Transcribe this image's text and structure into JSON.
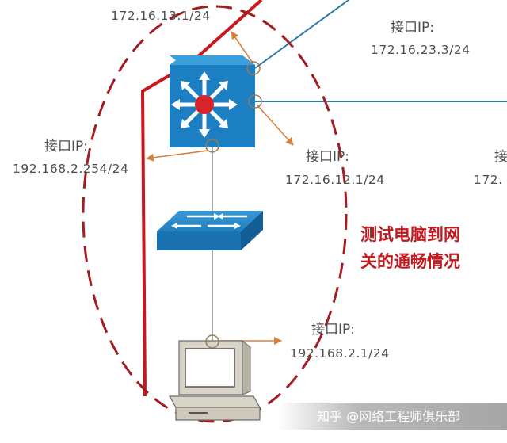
{
  "colors": {
    "link_red": "#c8171d",
    "ellipse_dash": "#a11d22",
    "arrow_orange": "#d9803a",
    "device_blue": "#1c7fc2",
    "line_blue": "#2e7ba7",
    "line_gray": "#8a8a8a",
    "note_red": "#c0191e"
  },
  "icons": {
    "l3_switch": "layer3-switch-icon",
    "l2_switch": "layer2-switch-icon",
    "pc": "desktop-computer-icon"
  },
  "labels": {
    "top_ip": "172.16.13.1/24",
    "top_right_iface": "接口IP:",
    "top_right_ip": "172.16.23.3/24",
    "left_iface": "接口IP:",
    "left_ip": "192.168.2.254/24",
    "mid_iface": "接口IP:",
    "mid_ip": "172.16.12.1/24",
    "right_iface_partial": "接",
    "right_ip_partial": "172.",
    "bottom_iface": "接口IP:",
    "bottom_ip": "192.168.2.1/24"
  },
  "annotation": {
    "line1": "测试电脑到网",
    "line2": "关的通畅情况"
  },
  "watermark": "知乎 @网络工程师俱乐部"
}
